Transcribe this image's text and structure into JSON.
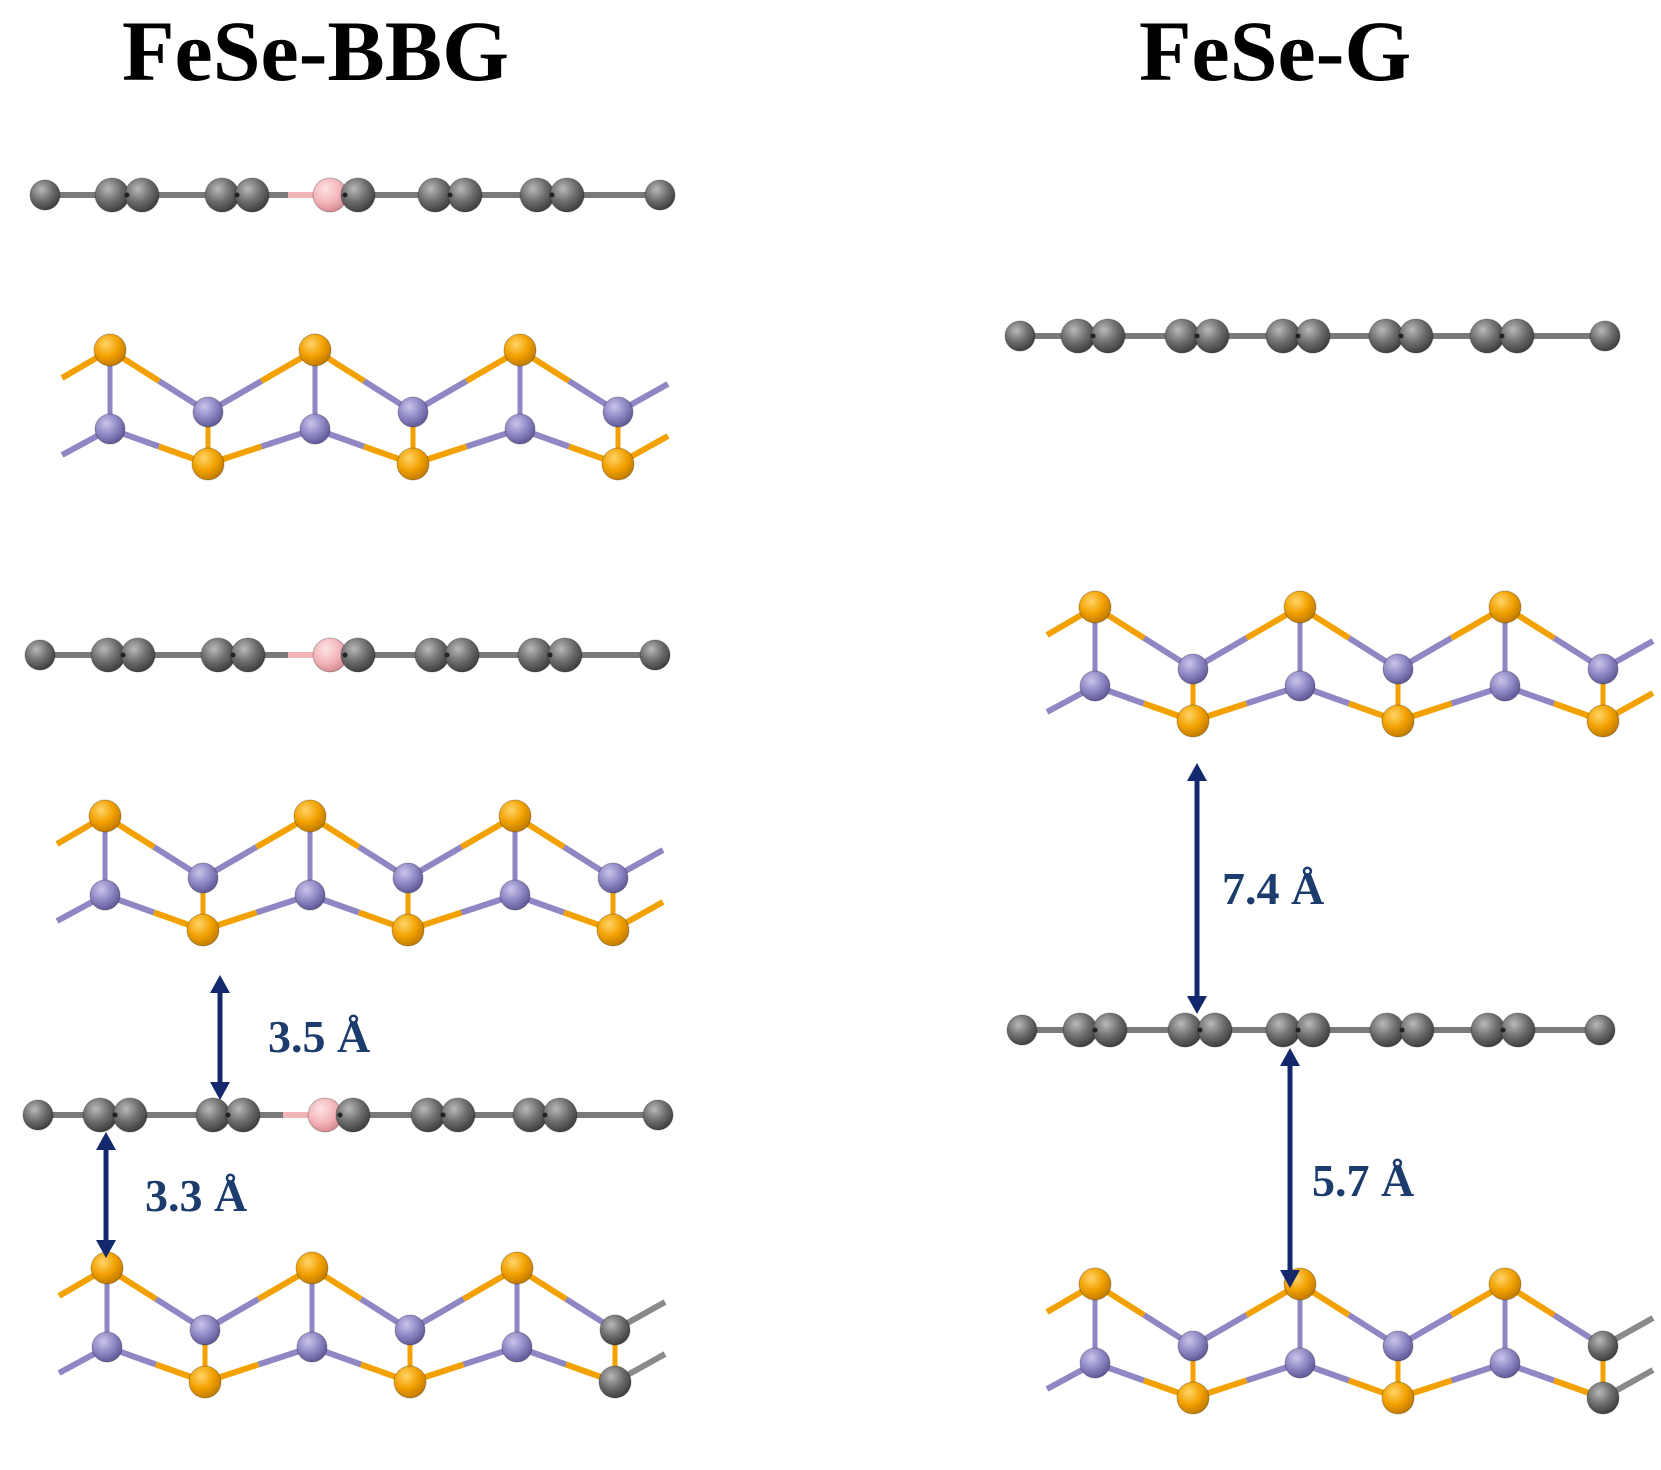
{
  "panels": [
    {
      "title": "FeSe-BBG"
    },
    {
      "title": "FeSe-G"
    }
  ],
  "distances": [
    "3.5 Å",
    "3.3 Å",
    "7.4 Å",
    "5.7 Å"
  ],
  "colors": {
    "carbon": "#6b6b6b",
    "boron": "#f2b4b9",
    "selenium": "#f2a100",
    "iron": "#8e87c4",
    "arrow": "#14286e",
    "label": "#1d3c6e"
  }
}
